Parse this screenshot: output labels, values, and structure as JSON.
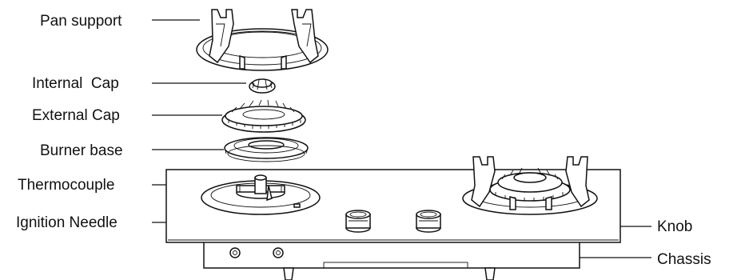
{
  "labels": {
    "pan_support": "Pan support",
    "internal_cap": "Internal  Cap",
    "external_cap": "External Cap",
    "burner_base": "Burner base",
    "thermocouple": "Thermocouple",
    "ignition_needle": "Ignition Needle",
    "knob": "Knob",
    "chassis": "Chassis"
  },
  "colors": {
    "line": "#111111",
    "background": "#ffffff"
  }
}
